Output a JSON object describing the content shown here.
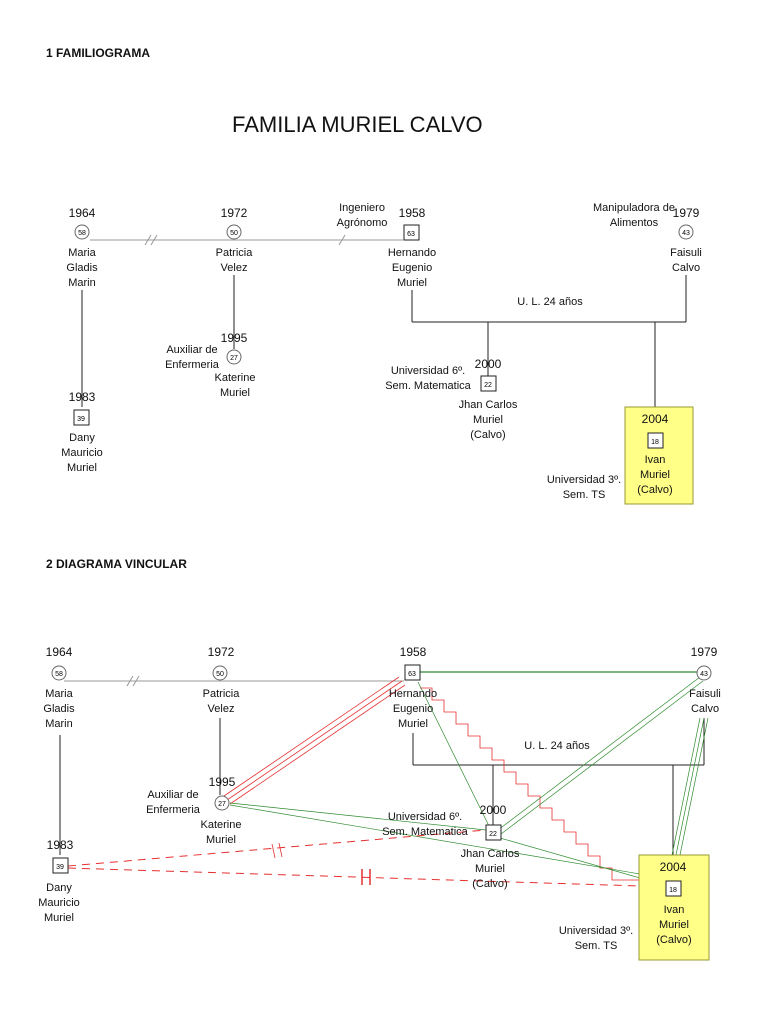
{
  "sections": {
    "s1_title": "1 FAMILIOGRAMA",
    "s2_title": "2 DIAGRAMA VINCULAR"
  },
  "main_title": "FAMILIA MURIEL CALVO",
  "colors": {
    "highlight_fill": "#ffff88",
    "highlight_border": "#999933",
    "line": "#222222",
    "marriage_line": "#999999",
    "green_bond": "#2e8b2e",
    "red_bond": "#e53030"
  },
  "people": {
    "maria": {
      "year": "1964",
      "age": "58",
      "name": "Maria\nGladis\nMarin"
    },
    "patricia": {
      "year": "1972",
      "age": "50",
      "name": "Patricia\nVelez"
    },
    "hernando": {
      "year": "1958",
      "age": "63",
      "name": "Hernando\nEugenio\nMuriel",
      "note": "Ingeniero\nAgrónomo"
    },
    "faisuli": {
      "year": "1979",
      "age": "43",
      "name": "Faisuli\nCalvo",
      "note": "Manipuladora de\nAlimentos"
    },
    "katerine": {
      "year": "1995",
      "age": "27",
      "name": "Katerine\nMuriel",
      "note": "Auxiliar de\nEnfermeria"
    },
    "dany": {
      "year": "1983",
      "age": "39",
      "name": "Dany\nMauricio\nMuriel"
    },
    "jhan": {
      "year": "2000",
      "age": "22",
      "name": "Jhan  Carlos\nMuriel\n(Calvo)",
      "note": "Universidad 6º.\nSem. Matematica"
    },
    "ivan": {
      "year": "2004",
      "age": "18",
      "name": "Ivan\nMuriel\n(Calvo)",
      "note": "Universidad 3º.\nSem. TS"
    }
  },
  "union_label": "U. L. 24 años"
}
